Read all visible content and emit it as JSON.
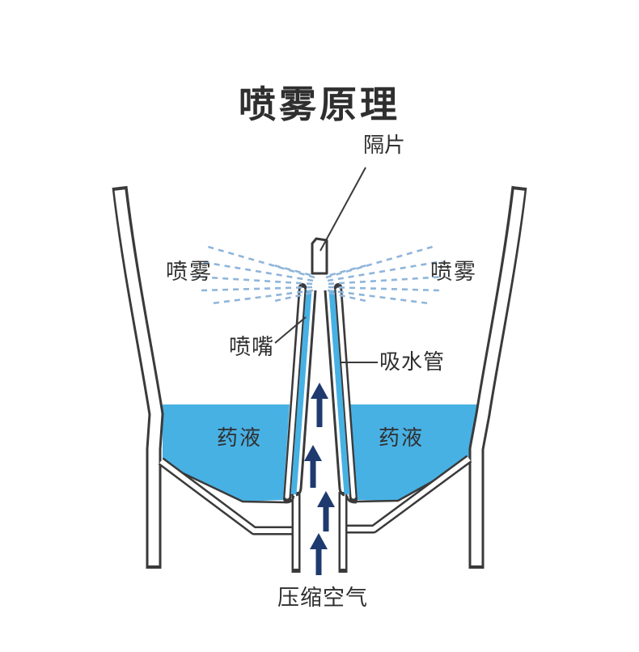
{
  "diagram": {
    "title": "喷雾原理",
    "labels": {
      "baffle": "隔片",
      "spray_left": "喷雾",
      "spray_right": "喷雾",
      "nozzle": "喷嘴",
      "suction_tube": "吸水管",
      "liquid_left": "药液",
      "liquid_right": "药液",
      "compressed_air": "压缩空气"
    },
    "colors": {
      "liquid": "#48b1e4",
      "outline": "#3a3a3a",
      "arrow": "#1f3a6e",
      "spray": "#8fb5da",
      "text": "#2f2f2f",
      "background": "#ffffff"
    }
  }
}
